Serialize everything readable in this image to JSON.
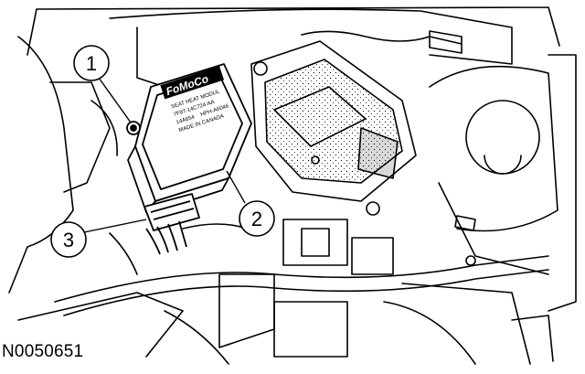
{
  "figure": {
    "id": "N0050651",
    "module_label": {
      "brand": "FoMoCo",
      "lines": [
        "SEAT HEAT MODUL",
        "7F9T-14C724-AA",
        "14A654",
        "HPH-A6046",
        "MADE IN CANADA"
      ]
    },
    "callouts": [
      {
        "number": "1"
      },
      {
        "number": "2"
      },
      {
        "number": "3"
      }
    ]
  }
}
